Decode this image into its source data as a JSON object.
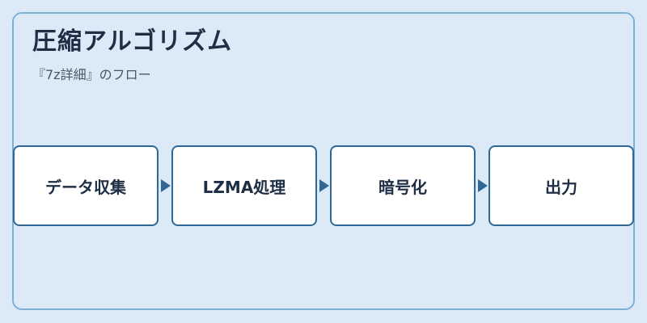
{
  "title": "圧縮アルゴリズム",
  "subtitle": "『7z詳細』のフロー",
  "colors": {
    "background": "#dbeaf6",
    "card_border": "#7fb0d6",
    "box_border": "#2f6896",
    "box_fill": "#ffffff",
    "text": "#1e2e44",
    "arrow": "#2f6896"
  },
  "steps": [
    {
      "label": "データ収集"
    },
    {
      "label": "LZMA処理"
    },
    {
      "label": "暗号化"
    },
    {
      "label": "出力"
    }
  ],
  "connectors": [
    {
      "from": 0,
      "to": 1,
      "icon": "arrow-right-icon"
    },
    {
      "from": 1,
      "to": 2,
      "icon": "arrow-right-icon"
    },
    {
      "from": 2,
      "to": 3,
      "icon": "arrow-right-icon"
    }
  ]
}
